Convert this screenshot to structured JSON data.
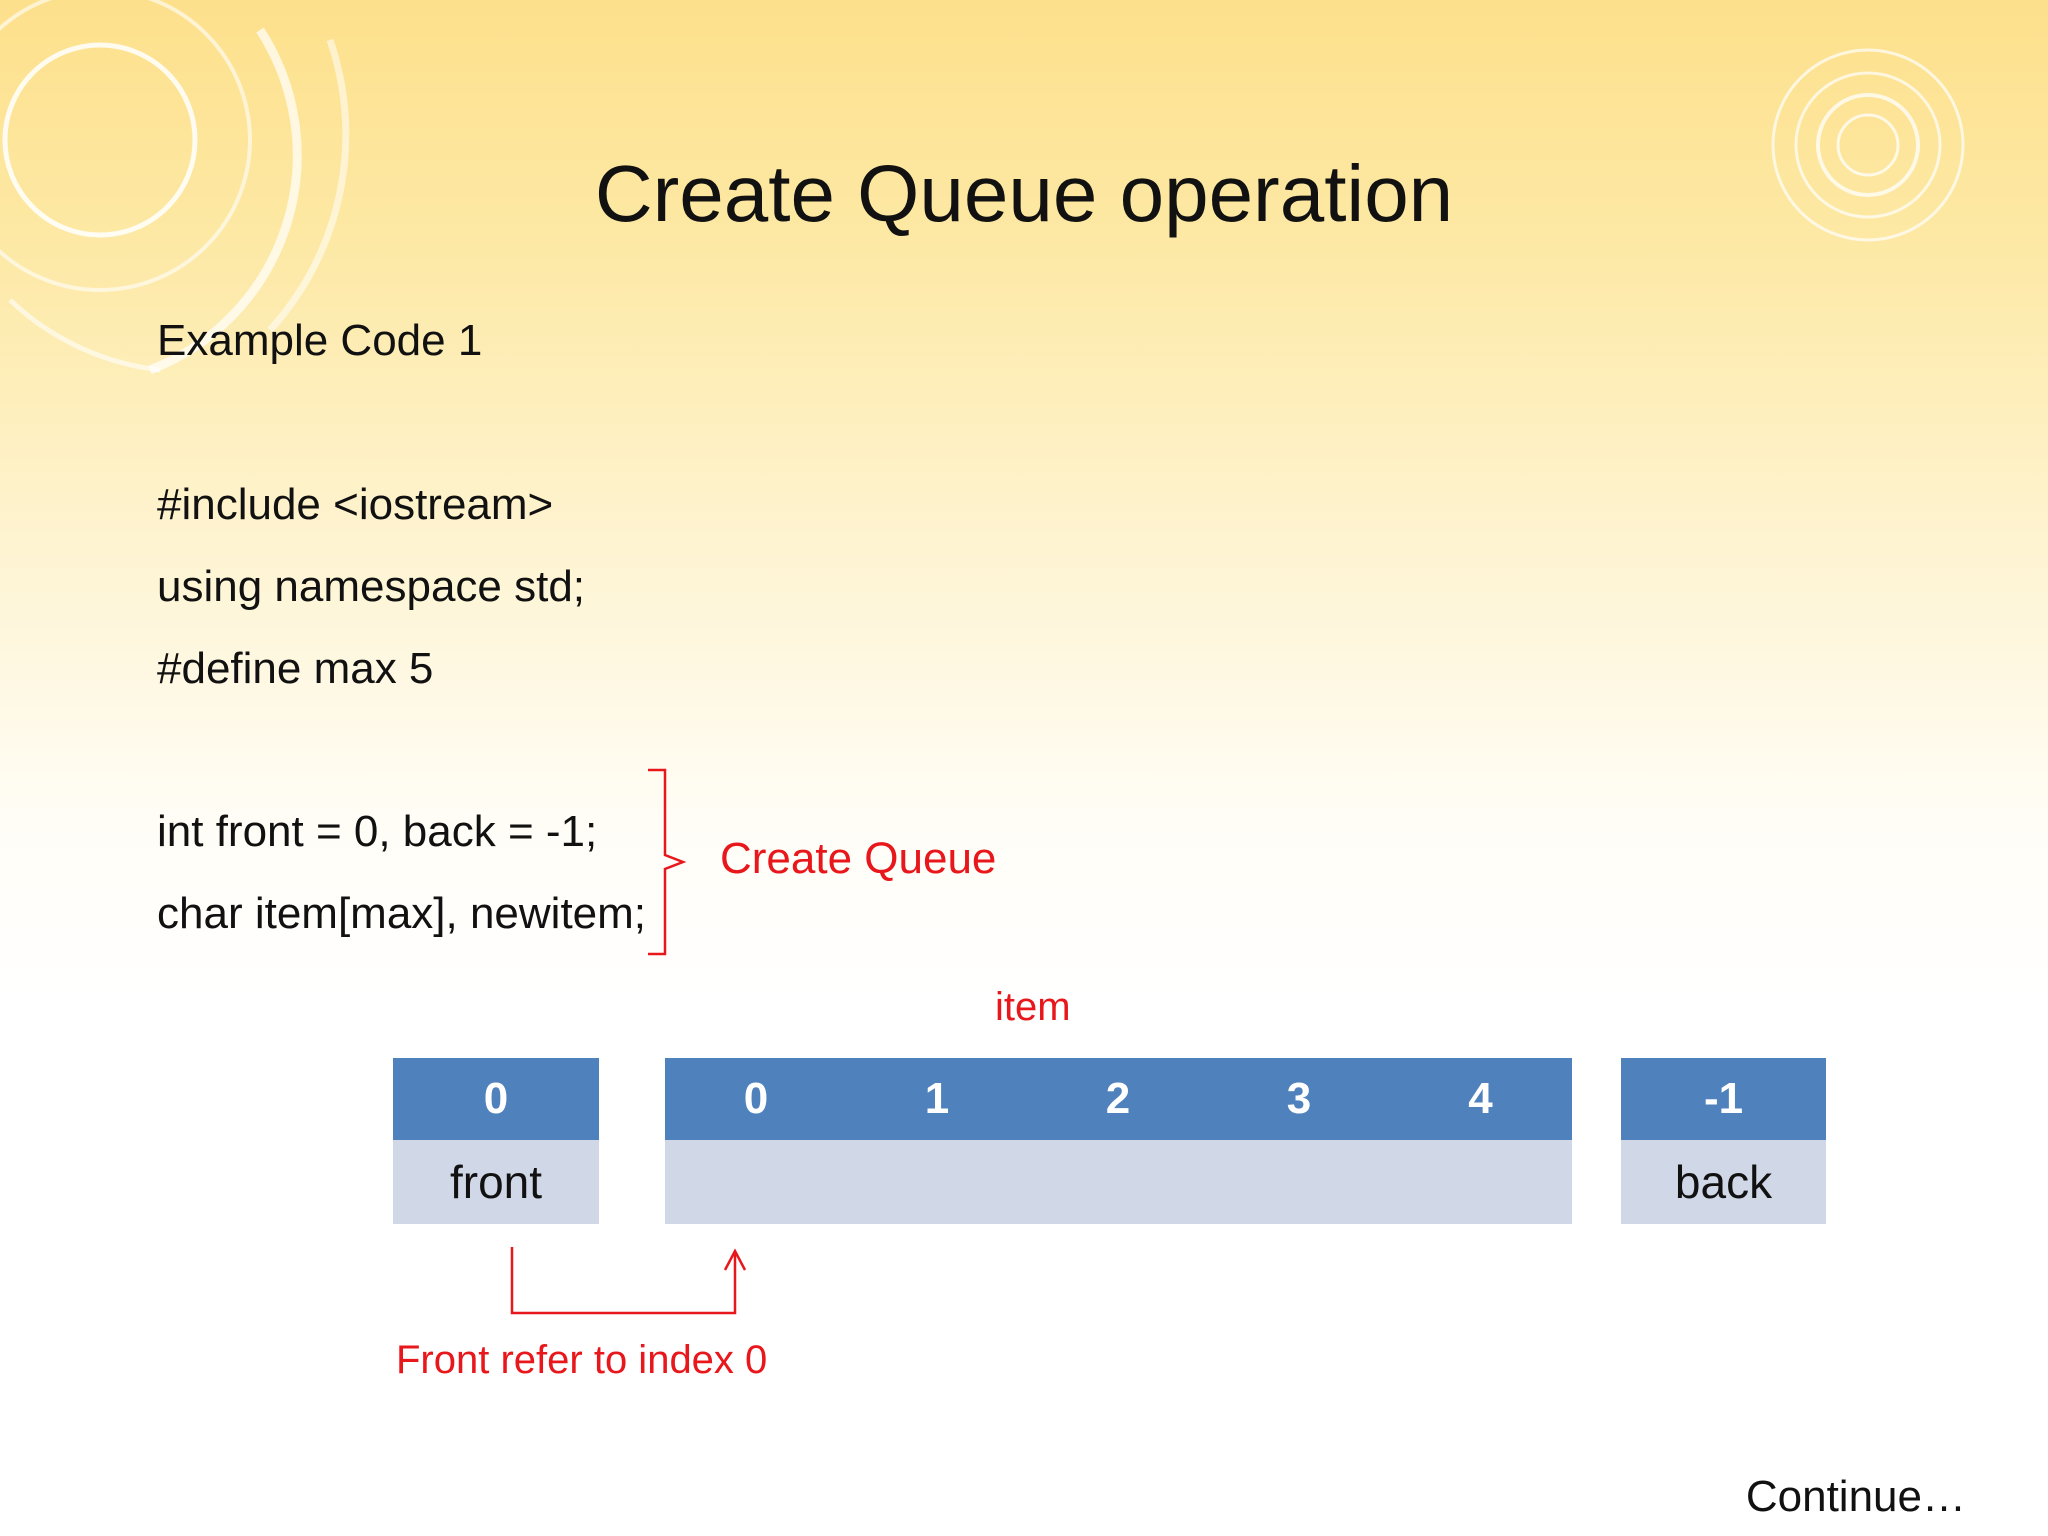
{
  "slide": {
    "title": "Create Queue operation",
    "subtitle": "Example Code 1",
    "code": {
      "include": "#include <iostream>",
      "using": "using namespace std;",
      "define": "#define max 5",
      "decl_front_back": "int front = 0, back = -1;",
      "decl_item": "char item[max], newitem;"
    },
    "annotation_create_queue": "Create Queue",
    "diagram": {
      "item_label": "item",
      "front_box": {
        "value": "0",
        "label": "front"
      },
      "item_indices": [
        "0",
        "1",
        "2",
        "3",
        "4"
      ],
      "back_box": {
        "value": "-1",
        "label": "back"
      },
      "front_pointer_note": "Front refer to index 0"
    },
    "footer": "Continue…"
  },
  "colors": {
    "accent_red": "#e8171c",
    "header_blue": "#4f81bd",
    "cell_gray_blue": "#d0d8e8"
  }
}
